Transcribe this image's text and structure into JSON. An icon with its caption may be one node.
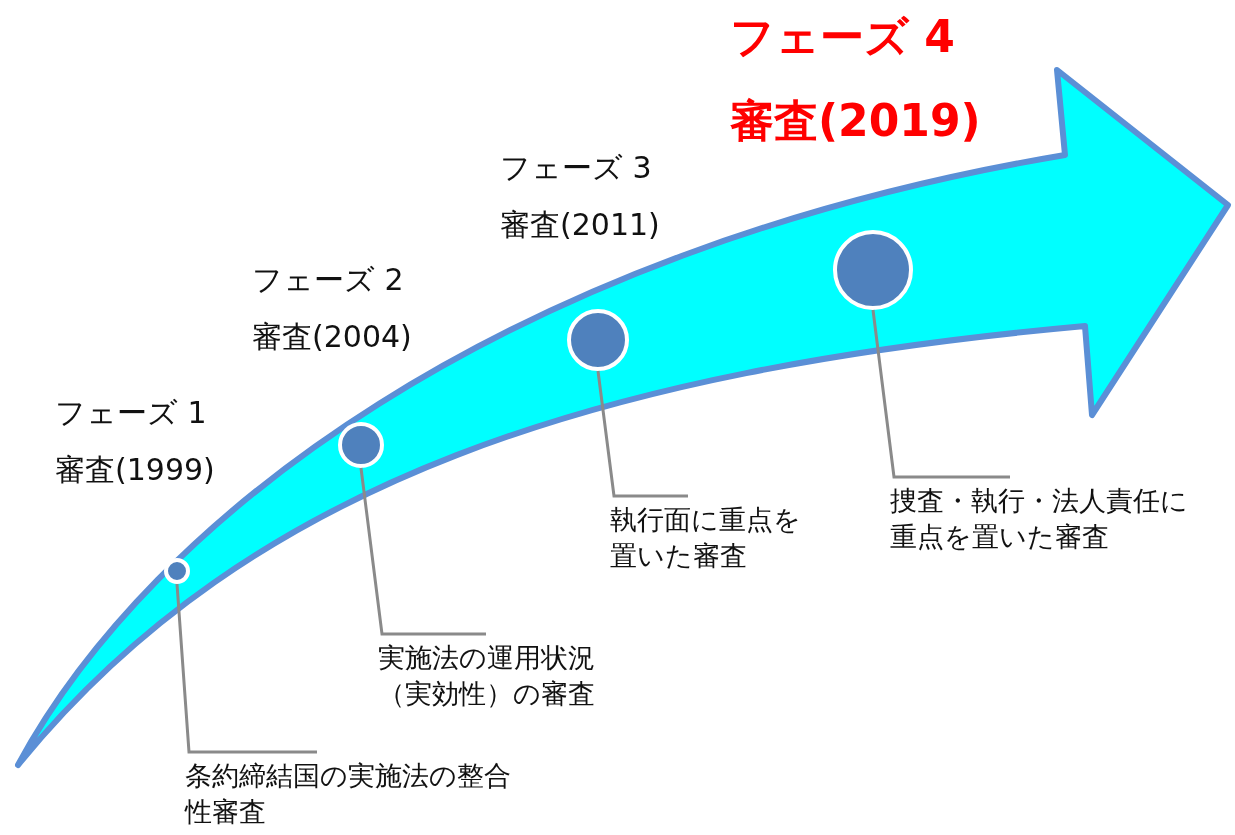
{
  "diagram": {
    "nodes": [
      {
        "text": [],
        "shape": "arrow"
      },
      {
        "text": [],
        "shape": "circle",
        "in": 0,
        "beside": [
          "フェーズ 1",
          "審査(1999)"
        ]
      },
      {
        "text": [],
        "shape": "circle",
        "in": 0,
        "beside": [
          "フェーズ 2",
          "審査(2004)"
        ]
      },
      {
        "text": [],
        "shape": "circle",
        "in": 0,
        "beside": [
          "フェーズ 3",
          "審査(2011)"
        ]
      },
      {
        "text": [],
        "shape": "circle",
        "in": 0,
        "beside": [
          "フェーズ 4",
          "審査(2019)"
        ]
      },
      {
        "text": [
          "条約締結国の実施法の整合性審査"
        ]
      },
      {
        "text": [
          "実施法の運用状況（実効性）の審査"
        ]
      },
      {
        "text": [
          "執行面に重点を置いた審査"
        ]
      },
      {
        "text": [
          "捜査・執行・法人責任に重点を置いた審査"
        ]
      }
    ],
    "edges": [
      {
        "from": 5,
        "to": 1,
        "arrow": "none"
      },
      {
        "from": 6,
        "to": 2,
        "arrow": "none"
      },
      {
        "from": 7,
        "to": 3,
        "arrow": "none"
      },
      {
        "from": 8,
        "to": 4,
        "arrow": "none"
      }
    ]
  }
}
